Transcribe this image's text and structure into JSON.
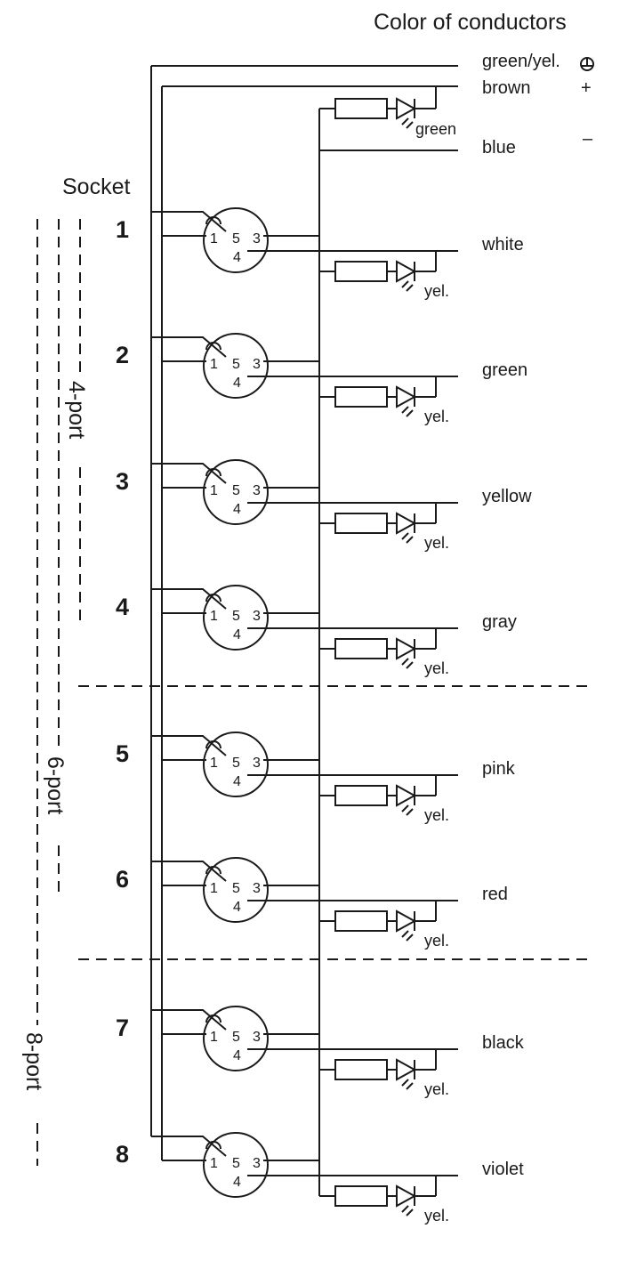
{
  "header": {
    "title": "Color of conductors"
  },
  "socket_label": "Socket",
  "top_conductors": [
    {
      "color": "green/yel.",
      "symbol": "ground-icon"
    },
    {
      "color": "brown",
      "symbol_text": "+"
    },
    {
      "color": "blue",
      "symbol_text": "–"
    }
  ],
  "top_led_label": "green",
  "sockets": [
    {
      "number": "1",
      "conductor": "white",
      "led_label": "yel."
    },
    {
      "number": "2",
      "conductor": "green",
      "led_label": "yel."
    },
    {
      "number": "3",
      "conductor": "yellow",
      "led_label": "yel."
    },
    {
      "number": "4",
      "conductor": "gray",
      "led_label": "yel."
    },
    {
      "number": "5",
      "conductor": "pink",
      "led_label": "yel."
    },
    {
      "number": "6",
      "conductor": "red",
      "led_label": "yel."
    },
    {
      "number": "7",
      "conductor": "black",
      "led_label": "yel."
    },
    {
      "number": "8",
      "conductor": "violet",
      "led_label": "yel."
    }
  ],
  "pins": {
    "p1": "1",
    "p3": "3",
    "p4": "4",
    "p5": "5"
  },
  "port_groups": [
    {
      "label": "4-port"
    },
    {
      "label": "6-port"
    },
    {
      "label": "8-port"
    }
  ]
}
